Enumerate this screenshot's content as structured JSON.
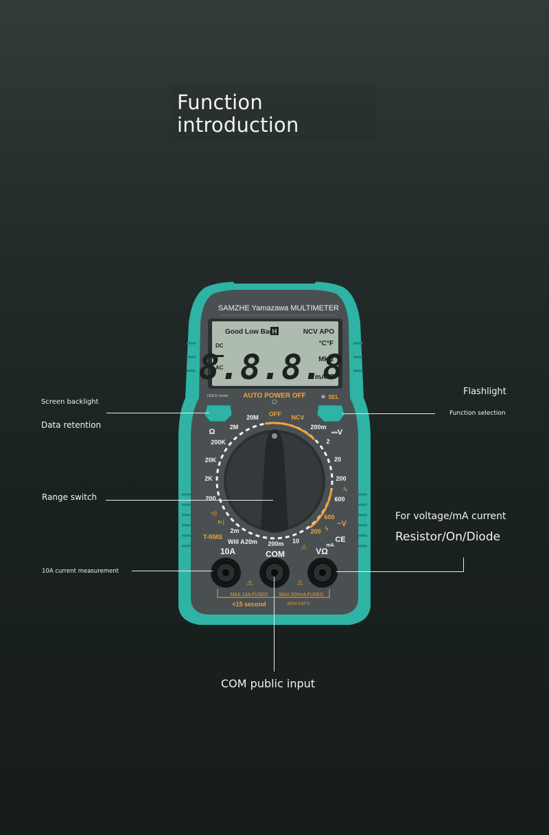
{
  "title": {
    "line1": "Function",
    "line2": "introduction"
  },
  "meter": {
    "brand": "SAMZHE Yamazawa MULTIMETER",
    "lcd": {
      "top_row": "Good Low Bad",
      "hold_symbol": "H",
      "ncv_apo": "NCV APO",
      "dc": "DC",
      "ac": "AC",
      "digits": "8.8.8.8",
      "units_temp": "°C°F",
      "units_ohm": "MkΩ",
      "units_avf": "mAVF"
    },
    "auto_power_off": "AUTO POWER OFF",
    "hold_meter": "HOLD meter",
    "sel": "SEL",
    "dial": {
      "off": "OFF",
      "ncv": "NCV",
      "r_20M": "20M",
      "r_2M": "2M",
      "r_200K": "200K",
      "r_20K": "20K",
      "r_2K": "2K",
      "r_200_ohm": "200",
      "r_200m_dcv": "200m",
      "r_2": "2",
      "r_20": "20",
      "r_200_dcv": "200",
      "r_600_dcv": "600",
      "r_600_acv": "600",
      "r_200_acv": "200",
      "r_10": "10",
      "r_200m_a": "200m",
      "r_20m_a": "20m",
      "r_2m_a": "2m",
      "ohm_symbol": "Ω",
      "dcv_symbol": "⎓V",
      "acv_symbol": "~V",
      "t_rms": "T-RMS",
      "will_a": "Will A"
    },
    "jacks": {
      "j10a": "10A",
      "com": "COM",
      "vohm": "VΩ",
      "ma": "mA",
      "fuse_left": "MAX 10A FUSED",
      "fuse_right": "MAX 200mA FUSED",
      "seconds": "<15 second",
      "cat": "600V CAT II",
      "ce": "CE"
    }
  },
  "callouts": {
    "screen_backlight": "Screen backlight",
    "data_retention": "Data retention",
    "range_switch": "Range switch",
    "ten_a": "10A current measurement",
    "flashlight": "Flashlight",
    "function_selection": "Function selection",
    "voltage_ma": "For voltage/mA current",
    "resistor_diode": "Resistor/On/Diode",
    "com_input": "COM public input"
  },
  "colors": {
    "body_teal": "#2fb3a4",
    "face_gray": "#4b5152",
    "accent_orange": "#f0a23a",
    "lcd_green": "#aebcb0"
  }
}
